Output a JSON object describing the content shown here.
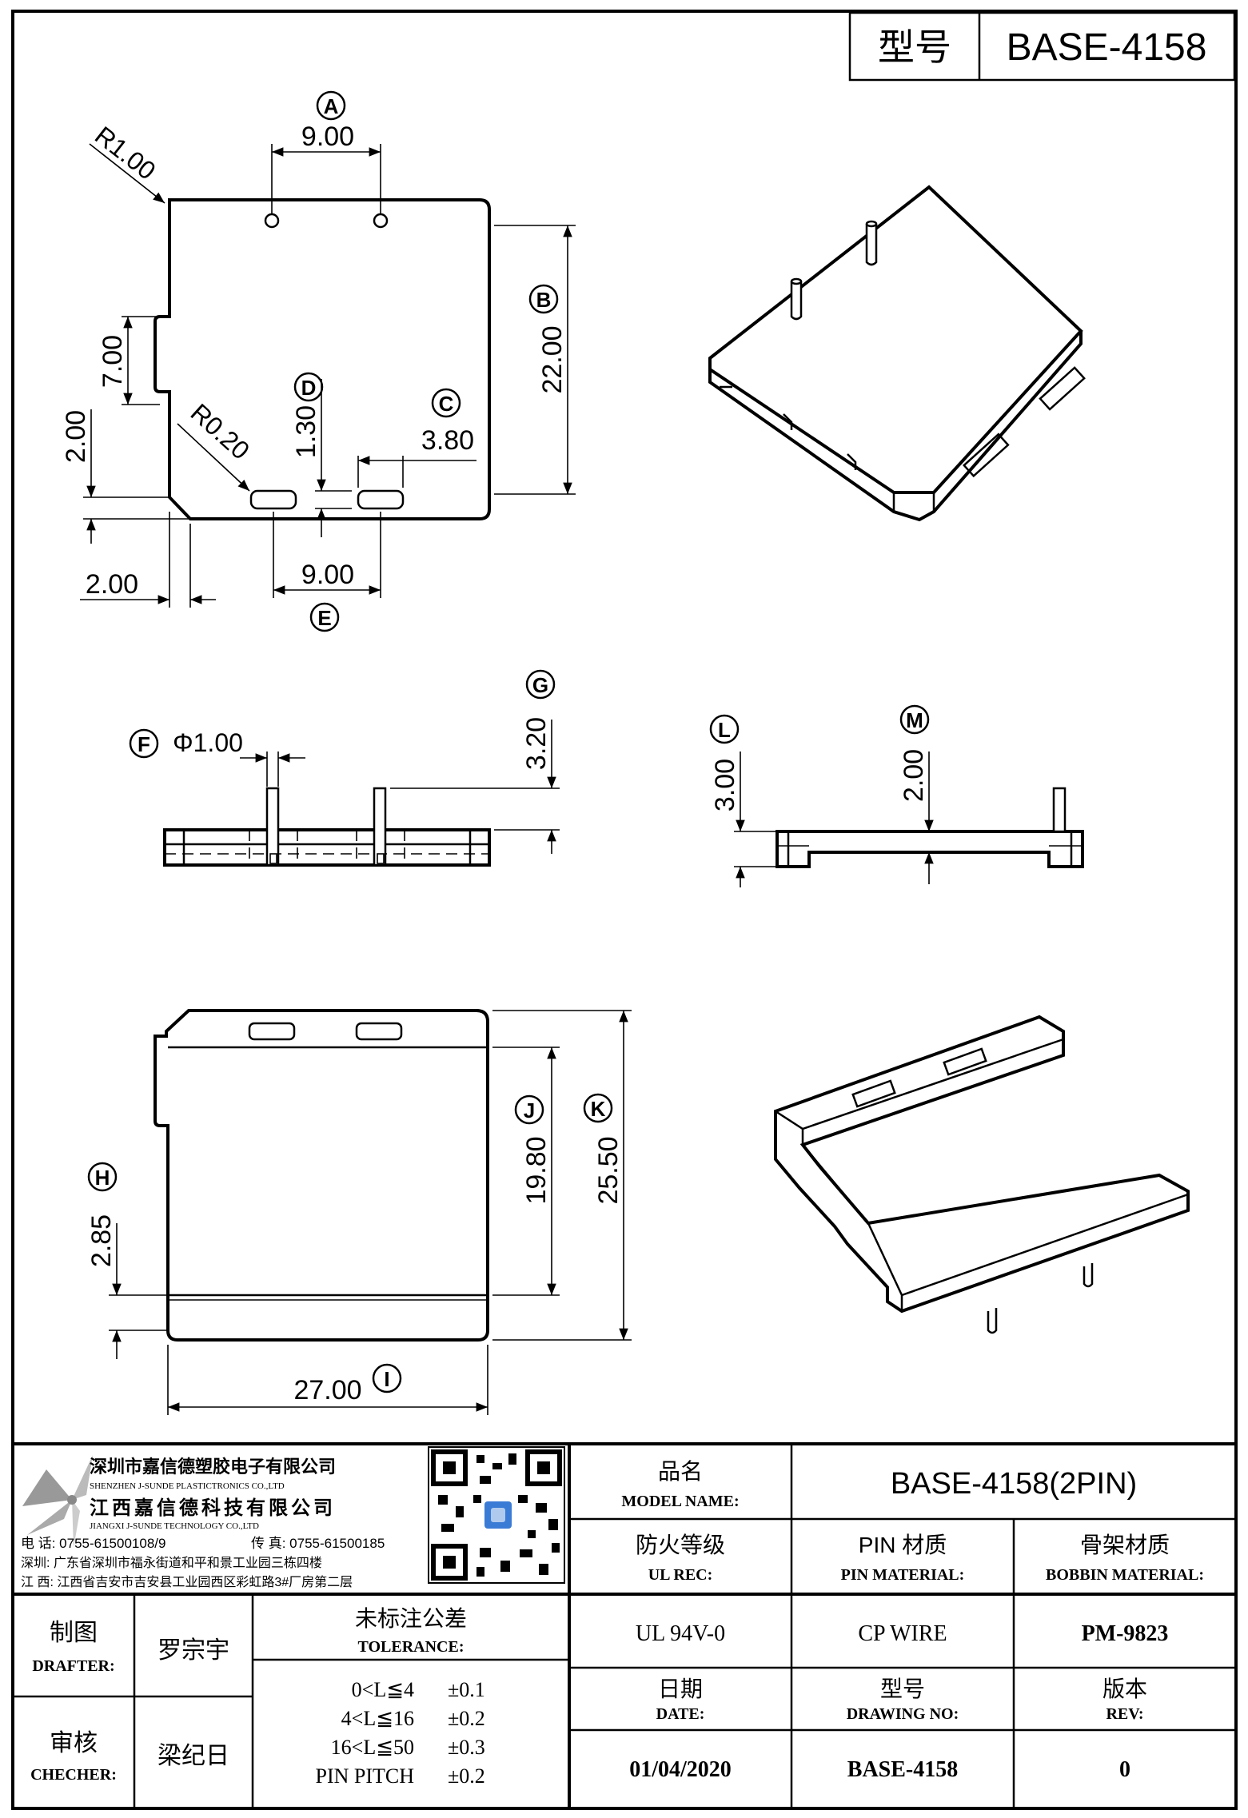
{
  "header": {
    "model_label": "型号",
    "model_value": "BASE-4158"
  },
  "dimensions": {
    "a": "9.00",
    "b": "22.00",
    "c": "3.80",
    "d": "1.30",
    "e": "9.00",
    "slot_height": "7.00",
    "slot_offset": "2.00",
    "corner_offset": "2.00",
    "r_outer": "R1.00",
    "r_inner": "R0.20",
    "pin_dia": "Φ1.00",
    "pin_height": "3.20",
    "l": "3.00",
    "m": "2.00",
    "h": "2.85",
    "j": "19.80",
    "k": "25.50",
    "i": "27.00"
  },
  "callouts": {
    "a": "A",
    "b": "B",
    "c": "C",
    "d": "D",
    "e": "E",
    "f": "F",
    "g": "G",
    "h": "H",
    "i": "I",
    "j": "J",
    "k": "K",
    "l": "L",
    "m": "M"
  },
  "company": {
    "name_cn": "深圳市嘉信德塑胶电子有限公司",
    "name_en": "SHENZHEN J-SUNDE PLASTICTRONICS CO.,LTD",
    "name2_cn": "江西嘉信德科技有限公司",
    "name2_en": "JIANGXI J-SUNDE TECHNOLOGY CO.,LTD",
    "phone": "电 话: 0755-61500108/9",
    "fax": "传 真: 0755-61500185",
    "addr_sz": "深圳: 广东省深圳市福永街道和平和景工业园三栋四楼",
    "addr_jx": "江 西: 江西省吉安市吉安县工业园西区彩虹路3#厂房第二层"
  },
  "title_block": {
    "model_name_cn": "品名",
    "model_name_en": "MODEL NAME:",
    "model_name_value": "BASE-4158(2PIN)",
    "ul_cn": "防火等级",
    "ul_en": "UL REC:",
    "pin_mat_cn": "PIN 材质",
    "pin_mat_en": "PIN MATERIAL:",
    "bobbin_mat_cn": "骨架材质",
    "bobbin_mat_en": "BOBBIN MATERIAL:",
    "ul_value": "UL 94V-0",
    "pin_value": "CP WIRE",
    "bobbin_value": "PM-9823",
    "drafter_cn": "制图",
    "drafter_en": "DRAFTER:",
    "drafter_name": "罗宗宇",
    "checker_cn": "审核",
    "checker_en": "CHECHER:",
    "checker_name": "梁纪日",
    "tol_cn": "未标注公差",
    "tol_en": "TOLERANCE:",
    "tol_rows": [
      {
        "range": "0<L≦4",
        "value": "±0.1"
      },
      {
        "range": "4<L≦16",
        "value": "±0.2"
      },
      {
        "range": "16<L≦50",
        "value": "±0.3"
      },
      {
        "range": "PIN PITCH",
        "value": "±0.2"
      }
    ],
    "date_cn": "日期",
    "date_en": "DATE:",
    "date_value": "01/04/2020",
    "dwg_cn": "型号",
    "dwg_en": "DRAWING NO:",
    "dwg_value": "BASE-4158",
    "rev_cn": "版本",
    "rev_en": "REV:",
    "rev_value": "0"
  }
}
